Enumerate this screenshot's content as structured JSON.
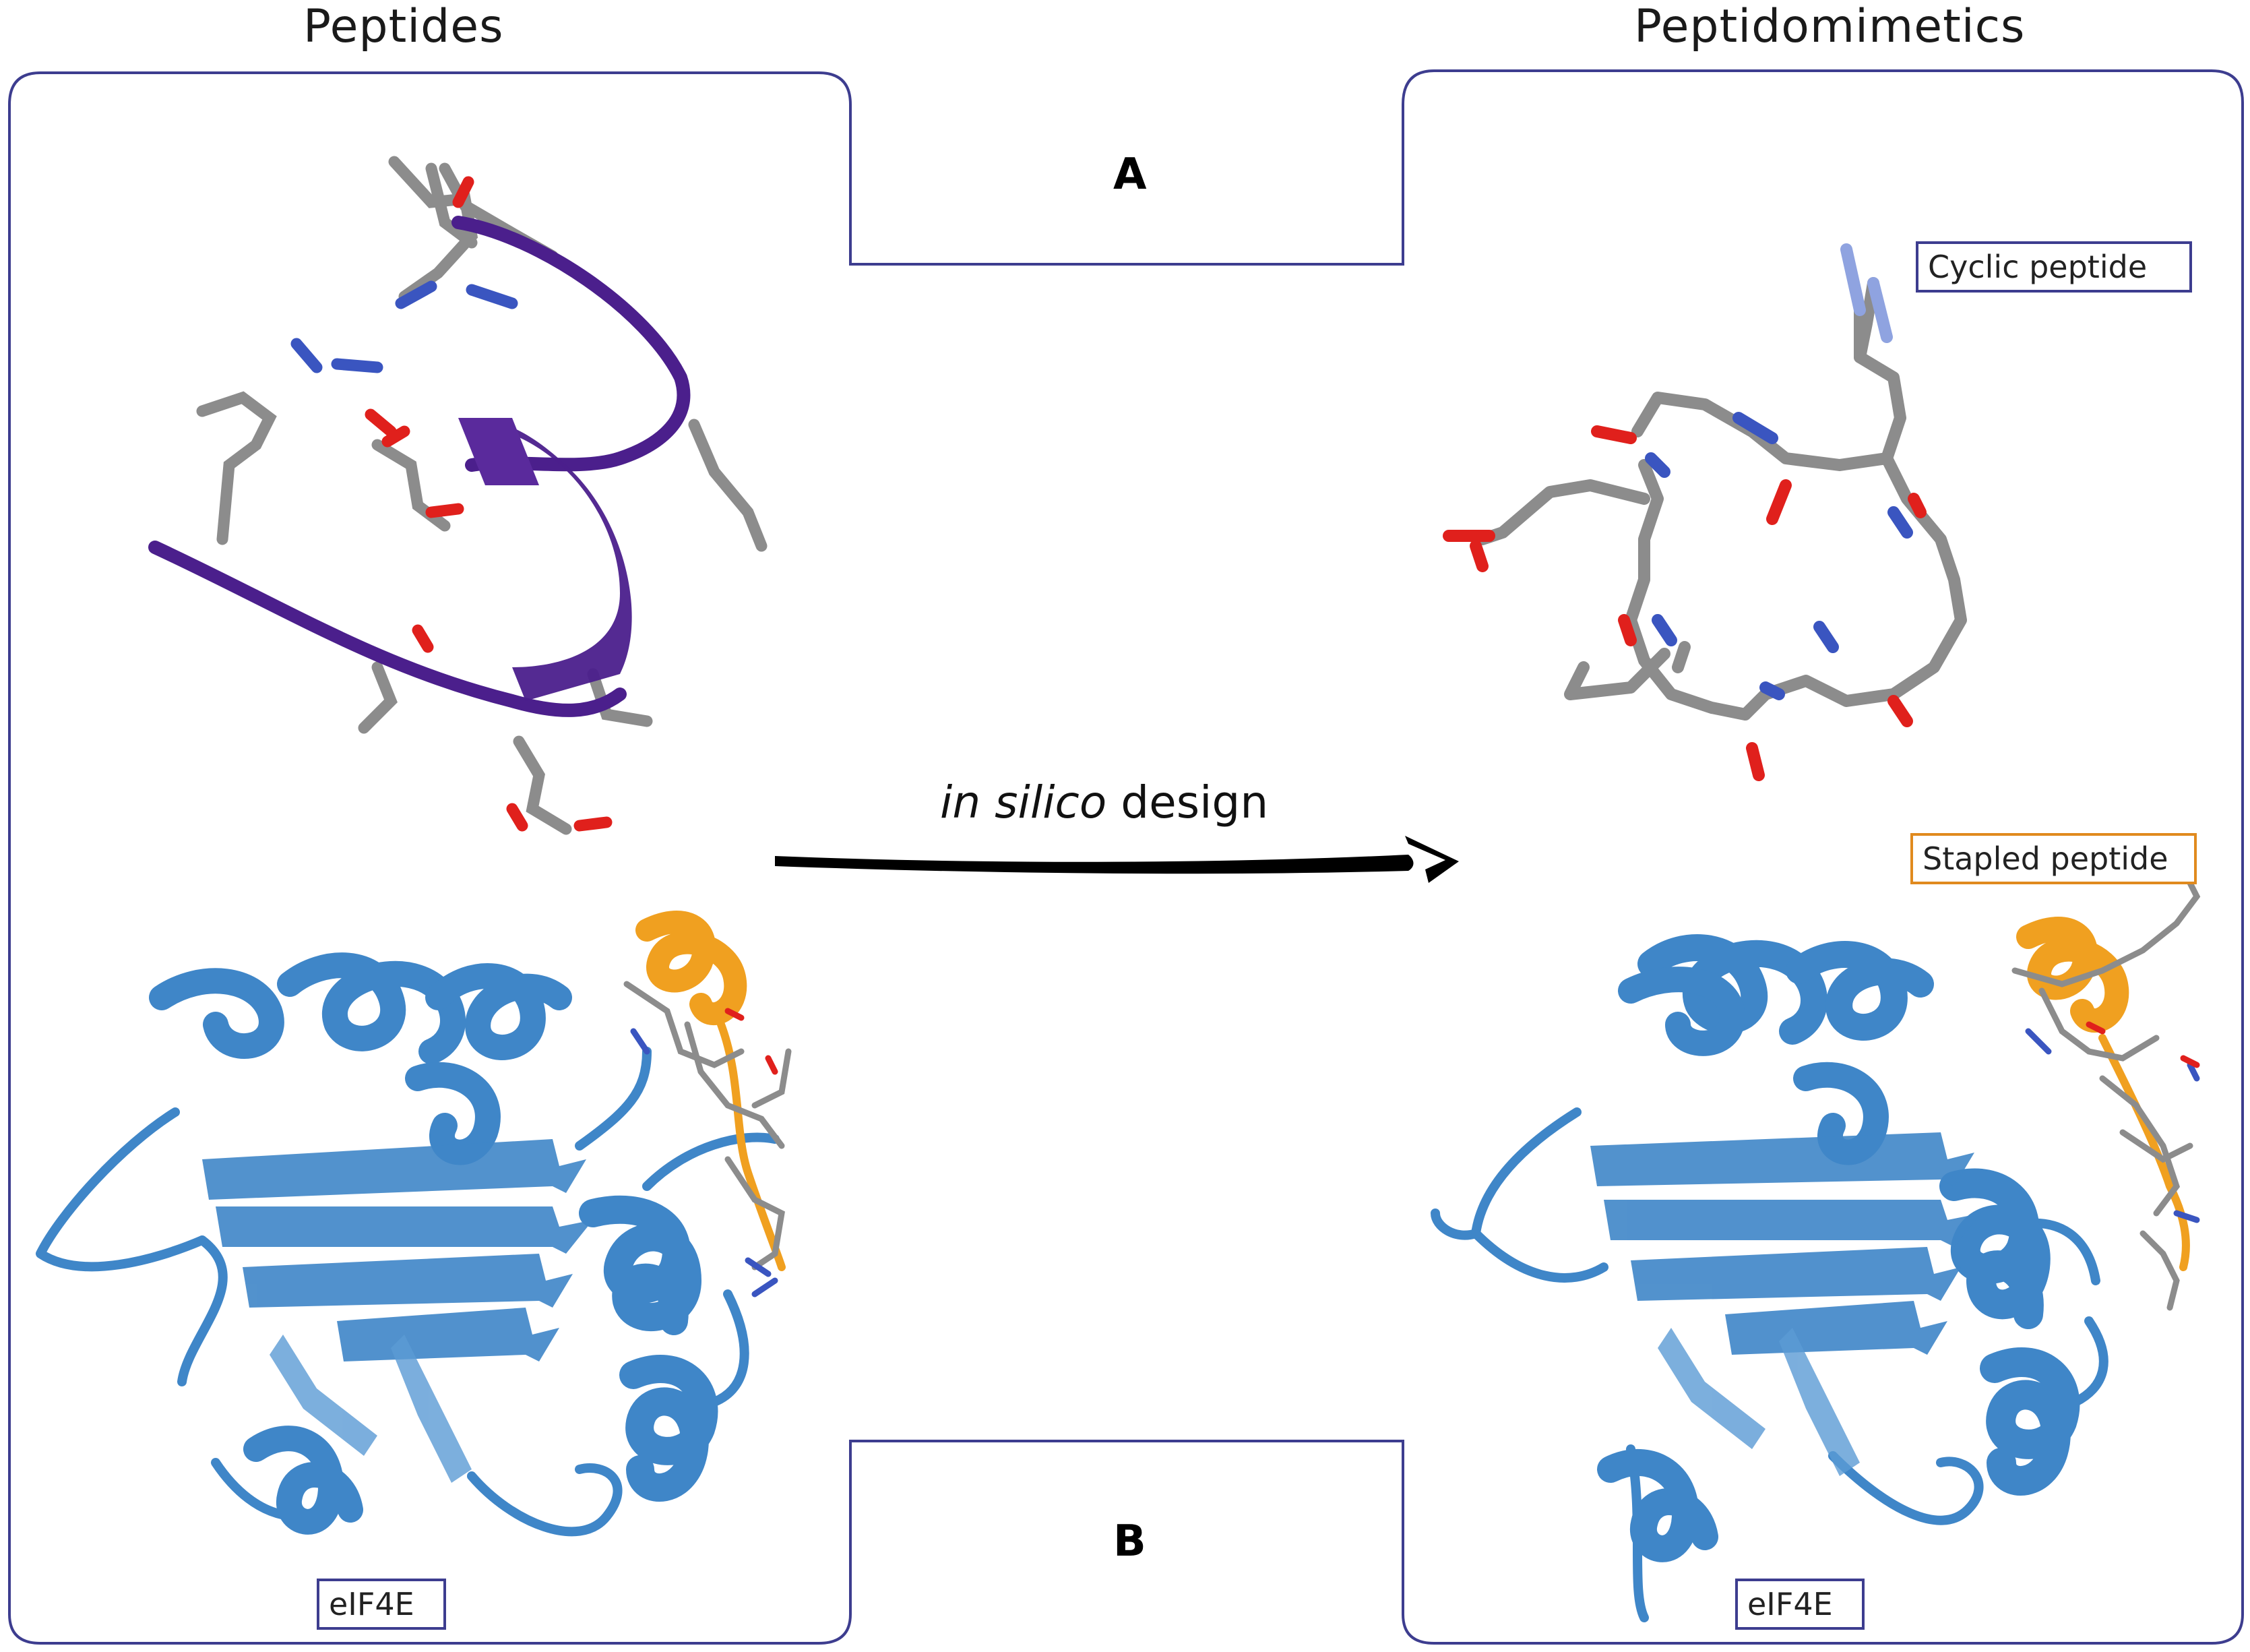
{
  "headings": {
    "left": "Peptides",
    "right": "Peptidomimetics"
  },
  "panels": {
    "top": "A",
    "bottom": "B"
  },
  "arrow": {
    "label_italic": "in silico",
    "label_rest": " design"
  },
  "tags": {
    "cyclic": "Cyclic peptide",
    "stapled": "Stapled peptide",
    "left_protein": "eIF4E",
    "right_protein": "eIF4E"
  },
  "colors": {
    "frame": "#3d3d8f",
    "peptide_ribbon": "#4b1f8c",
    "protein_ribbon": "#3f86c8",
    "peptide_on_protein": "#f0a020",
    "carbon": "#8c8c8c",
    "oxygen": "#e0201c",
    "nitrogen": "#3a55c0",
    "stapled_tag_border": "#e08a1e"
  },
  "icons": {
    "arrow": "curved-arrow-right"
  }
}
